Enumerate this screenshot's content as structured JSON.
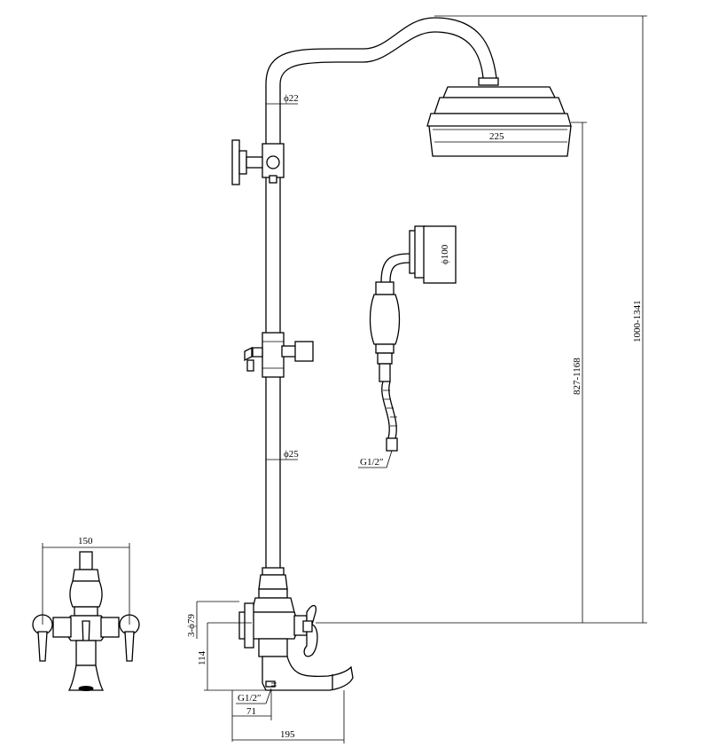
{
  "dimensions": {
    "pipe_upper_diameter": "ϕ22",
    "pipe_lower_diameter": "ϕ25",
    "head_width": "225",
    "handset_diameter": "ϕ100",
    "hose_thread": "G1/2″",
    "head_height_range": "827-1168",
    "overall_height_range": "1000-1341",
    "mixer_width": "150",
    "inlet_diameter": "3-ϕ79",
    "inlet_height": "114",
    "inlet_thread": "G1/2″",
    "spout_offset": "71",
    "spout_reach": "195"
  }
}
